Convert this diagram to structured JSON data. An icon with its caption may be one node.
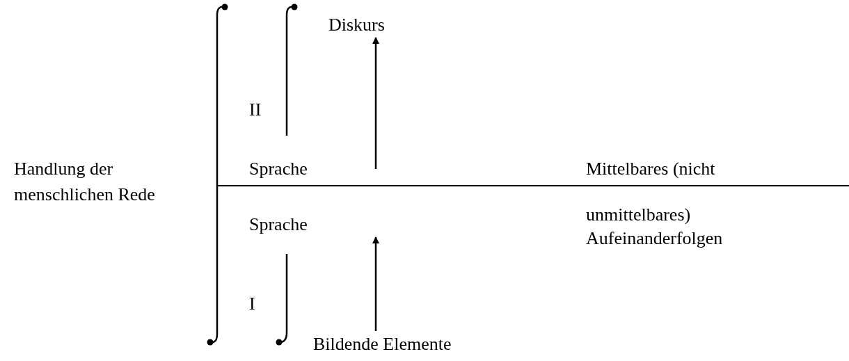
{
  "diagram": {
    "nodes": [
      {
        "text": [
          "Handlung der menschlichen Rede"
        ]
      },
      {
        "text": [
          "Diskurs"
        ]
      },
      {
        "text": [
          "Sprache"
        ]
      },
      {
        "text": [
          "Sprache"
        ]
      },
      {
        "text": [
          "Bildende Elemente"
        ]
      }
    ],
    "edges": [
      {
        "from": null,
        "to": 1,
        "arrow": "to"
      },
      {
        "from": 4,
        "to": 3,
        "arrow": "to"
      }
    ],
    "labels": [
      "II",
      "Mittelbares (nicht",
      "unmittelbares) Aufeinanderfolgen",
      "I"
    ]
  }
}
